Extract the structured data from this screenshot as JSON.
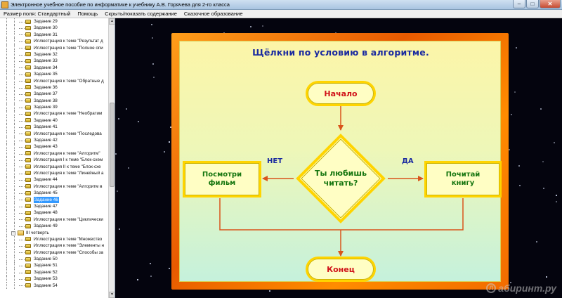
{
  "window": {
    "title": "Электронное учебное пособие по информатике к учебнику А.В. Горячева для 2-го класса",
    "min_glyph": "–",
    "max_glyph": "□",
    "close_glyph": "✕"
  },
  "menu": {
    "items": [
      "Размер поля: Стандартный",
      "Помощь",
      "Скрыть/показать содержание",
      "Сказочное образование"
    ]
  },
  "sidebar": {
    "rows": [
      {
        "label": "Задание 29",
        "level": 1
      },
      {
        "label": "Задание 30",
        "level": 1
      },
      {
        "label": "Задание 31",
        "level": 1
      },
      {
        "label": "Иллюстрация к теме \"Результат д",
        "level": 1
      },
      {
        "label": "Иллюстрация к теме \"Полное опи",
        "level": 1
      },
      {
        "label": "Задание 32",
        "level": 1
      },
      {
        "label": "Задание 33",
        "level": 1
      },
      {
        "label": "Задание 34",
        "level": 1
      },
      {
        "label": "Задание 35",
        "level": 1
      },
      {
        "label": "Иллюстрация к теме \"Обратные д",
        "level": 1
      },
      {
        "label": "Задание 36",
        "level": 1
      },
      {
        "label": "Задание 37",
        "level": 1
      },
      {
        "label": "Задание 38",
        "level": 1
      },
      {
        "label": "Задание 39",
        "level": 1
      },
      {
        "label": "Иллюстрация к теме \"Необратим",
        "level": 1
      },
      {
        "label": "Задание 40",
        "level": 1
      },
      {
        "label": "Задание 41",
        "level": 1
      },
      {
        "label": "Иллюстрация к теме \"Последова",
        "level": 1
      },
      {
        "label": "Задание 42",
        "level": 1
      },
      {
        "label": "Задание 43",
        "level": 1
      },
      {
        "label": "Иллюстрация к теме \"Алгоритм\"",
        "level": 1
      },
      {
        "label": "Иллюстрация I к теме \"Блок-схем",
        "level": 1
      },
      {
        "label": "Иллюстрация II к теме \"Блок-схе",
        "level": 1
      },
      {
        "label": "Иллюстрация к теме \"Линейный а",
        "level": 1
      },
      {
        "label": "Задание 44",
        "level": 1
      },
      {
        "label": "Иллюстрация к теме \"Алгоритм в",
        "level": 1
      },
      {
        "label": "Задание 45",
        "level": 1
      },
      {
        "label": "Задание 46",
        "level": 1,
        "selected": true
      },
      {
        "label": "Задание 47",
        "level": 1
      },
      {
        "label": "Задание 48",
        "level": 1
      },
      {
        "label": "Иллюстрация к теме \"Циклически",
        "level": 1
      },
      {
        "label": "Задание 49",
        "level": 1
      },
      {
        "label": "III четверть",
        "level": 0,
        "folder": true
      },
      {
        "label": "Иллюстрация к теме \"Множество",
        "level": 1
      },
      {
        "label": "Иллюстрация к теме \"Элементы н",
        "level": 1
      },
      {
        "label": "Иллюстрация к теме \"Способы за",
        "level": 1
      },
      {
        "label": "Задание 50",
        "level": 1
      },
      {
        "label": "Задание 51",
        "level": 1
      },
      {
        "label": "Задание 52",
        "level": 1
      },
      {
        "label": "Задание 53",
        "level": 1
      },
      {
        "label": "Задание 54",
        "level": 1
      }
    ]
  },
  "flowchart": {
    "title": "Щёлкни по условию в алгоритме.",
    "start": "Начало",
    "condition": "Ты любишь\nчитать?",
    "no_label": "НЕТ",
    "yes_label": "ДА",
    "no_action": "Посмотри\nфильм",
    "yes_action": "Почитай\nкнигу",
    "end": "Конец",
    "colors": {
      "arrow": "#d9541b",
      "box_border": "#ffd400",
      "box_fill": "#fffec4",
      "start_end_text": "#d0141a",
      "action_text": "#15750f",
      "title_text": "#1a2aa0"
    }
  },
  "watermark": {
    "logo": "Л",
    "text": "абиринт.ру"
  }
}
